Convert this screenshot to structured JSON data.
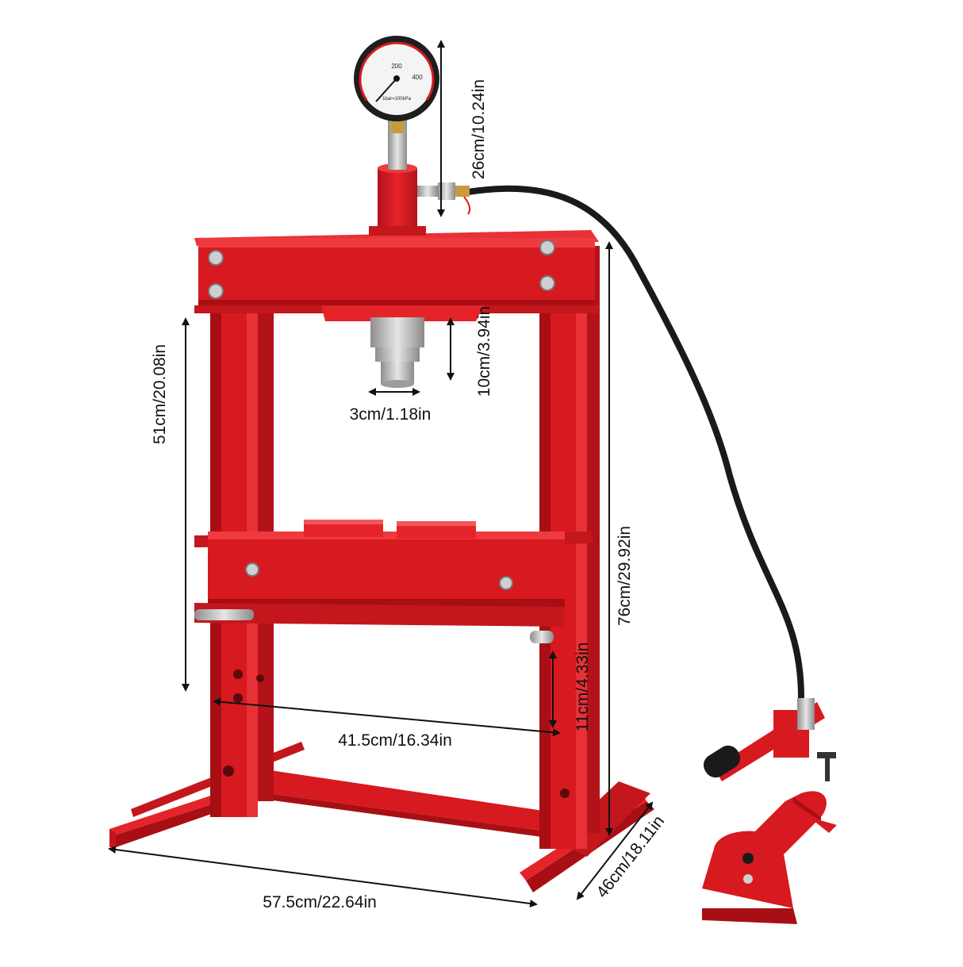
{
  "product": {
    "dimensions": {
      "gauge_height": "26cm/10.24in",
      "ram_stroke": "10cm/3.94in",
      "ram_diameter": "3cm/1.18in",
      "working_height": "51cm/20.08in",
      "total_height": "76cm/29.92in",
      "bed_step": "11cm/4.33in",
      "inner_width": "41.5cm/16.34in",
      "base_width": "57.5cm/22.64in",
      "base_depth": "46cm/18.11in"
    },
    "gauge_text": {
      "scale_200": "200",
      "scale_400": "400",
      "unit": "1bar=100kPa"
    }
  },
  "colors": {
    "frame_red": "#d71920",
    "frame_shadow": "#a80f14",
    "frame_light": "#ee3a3f",
    "hose_black": "#1a1a1a",
    "steel": "#bdbdbd",
    "arrow": "#111111"
  }
}
